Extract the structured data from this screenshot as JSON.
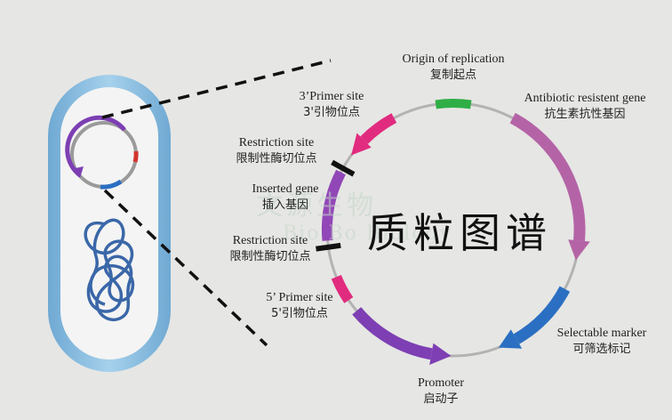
{
  "title": "质粒图谱",
  "watermark": {
    "zh": "文源生物",
    "en": "Bio Bo Biology"
  },
  "labels": {
    "origin": {
      "en": "Origin of replication",
      "zh": "复制起点"
    },
    "antibiotic": {
      "en": "Antibiotic resistent gene",
      "zh": "抗生素抗性基因"
    },
    "primer3": {
      "en": "3’Primer site",
      "zh": "3'引物位点"
    },
    "restriction_top": {
      "en": "Restriction site",
      "zh": "限制性酶切位点"
    },
    "inserted": {
      "en": "Inserted gene",
      "zh": "插入基因"
    },
    "restriction_bottom": {
      "en": "Restriction site",
      "zh": "限制性酶切位点"
    },
    "primer5": {
      "en": "5’ Primer site",
      "zh": "5'引物位点"
    },
    "promoter": {
      "en": "Promoter",
      "zh": "启动子"
    },
    "selectable": {
      "en": "Selectable marker",
      "zh": "可筛选标记"
    }
  },
  "colors": {
    "background": "#e6e6e4",
    "ring": "#b3b3b3",
    "origin": "#2fae46",
    "antibiotic": "#b464a6",
    "primer": "#e12b7f",
    "inserted": "#9147b7",
    "promoter": "#7d3fb3",
    "selectable": "#2b6fc2",
    "restriction": "#111111",
    "bacterium_outer": "#8ec0e0",
    "bacterium_inner": "#f4f4f4",
    "chromosome": "#3a67a8"
  }
}
